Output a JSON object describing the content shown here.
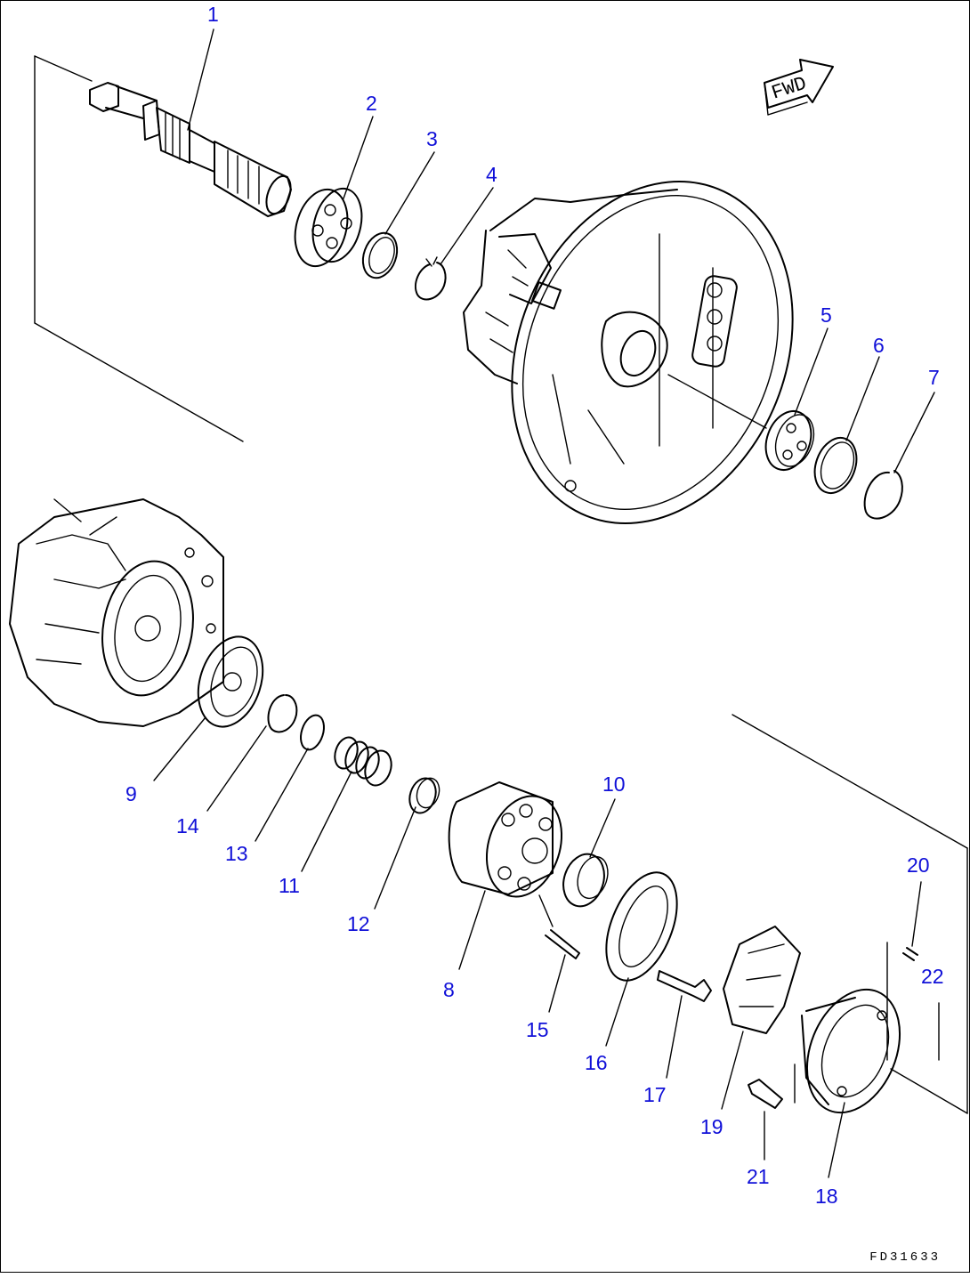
{
  "labels": {
    "p1": "1",
    "p2": "2",
    "p3": "3",
    "p4": "4",
    "p5": "5",
    "p6": "6",
    "p7": "7",
    "p8": "8",
    "p9": "9",
    "p10": "10",
    "p11": "11",
    "p12": "12",
    "p13": "13",
    "p14": "14",
    "p15": "15",
    "p16": "16",
    "p17": "17",
    "p18": "18",
    "p19": "19",
    "p20": "20",
    "p21": "21",
    "p22": "22"
  },
  "fwd_marker": "FWD",
  "reference_code": "FD31633",
  "colors": {
    "label": "#1010d8",
    "line": "#000000",
    "background": "#ffffff"
  }
}
